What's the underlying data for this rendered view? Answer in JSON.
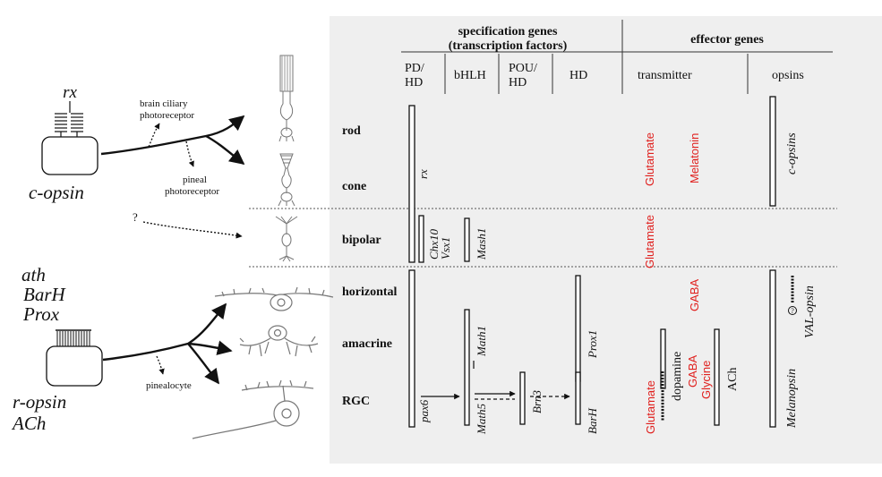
{
  "colors": {
    "panel_bg": "#efefef",
    "text": "#111111",
    "red": "#e0201e",
    "line": "#222222"
  },
  "left": {
    "top_gene": "rx",
    "top_opsin": "c-opsin",
    "brain_ciliary": [
      "brain ciliary",
      "photoreceptor"
    ],
    "pineal_pr": [
      "pineal",
      "photoreceptor"
    ],
    "question": "?",
    "bottom_genes": [
      "ath",
      "BarH",
      "Prox"
    ],
    "bottom_opsin": [
      "r-opsin",
      "ACh"
    ],
    "pinealocyte": "pinealocyte"
  },
  "header": {
    "spec_title": [
      "specification genes",
      "(transcription factors)"
    ],
    "effector_title": "effector genes",
    "columns": [
      {
        "label": [
          "PD/",
          "HD"
        ]
      },
      {
        "label": [
          "bHLH"
        ]
      },
      {
        "label": [
          "POU/",
          "HD"
        ]
      },
      {
        "label": [
          "HD"
        ]
      },
      {
        "label": [
          "transmitter"
        ]
      },
      {
        "label": [
          "opsins"
        ]
      }
    ]
  },
  "rows": [
    "rod",
    "cone",
    "bipolar",
    "horizontal",
    "amacrine",
    "RGC"
  ],
  "genes": {
    "rx": "rx",
    "chx10": "Chx10",
    "vsx1": "Vsx1",
    "mash1": "Mash1",
    "pax6": "pax6",
    "math1": "Math1",
    "math5": "Math5",
    "brn3": "Brn3",
    "prox1": "Prox1",
    "barh": "BarH",
    "c_opsins": "c-opsins",
    "melanopsin": "Melanopsin",
    "val_opsin": "VAL-opsin",
    "question_mark": "?"
  },
  "transmitters": {
    "glutamate1": "Glutamate",
    "melatonin": "Melatonin",
    "glutamate2": "Glutamate",
    "gaba1": "GABA",
    "glutamate3": "Glutamate",
    "dopamine": "dopamine",
    "gaba2": "GABA",
    "glycine": "Glycine",
    "ach": "ACh"
  }
}
